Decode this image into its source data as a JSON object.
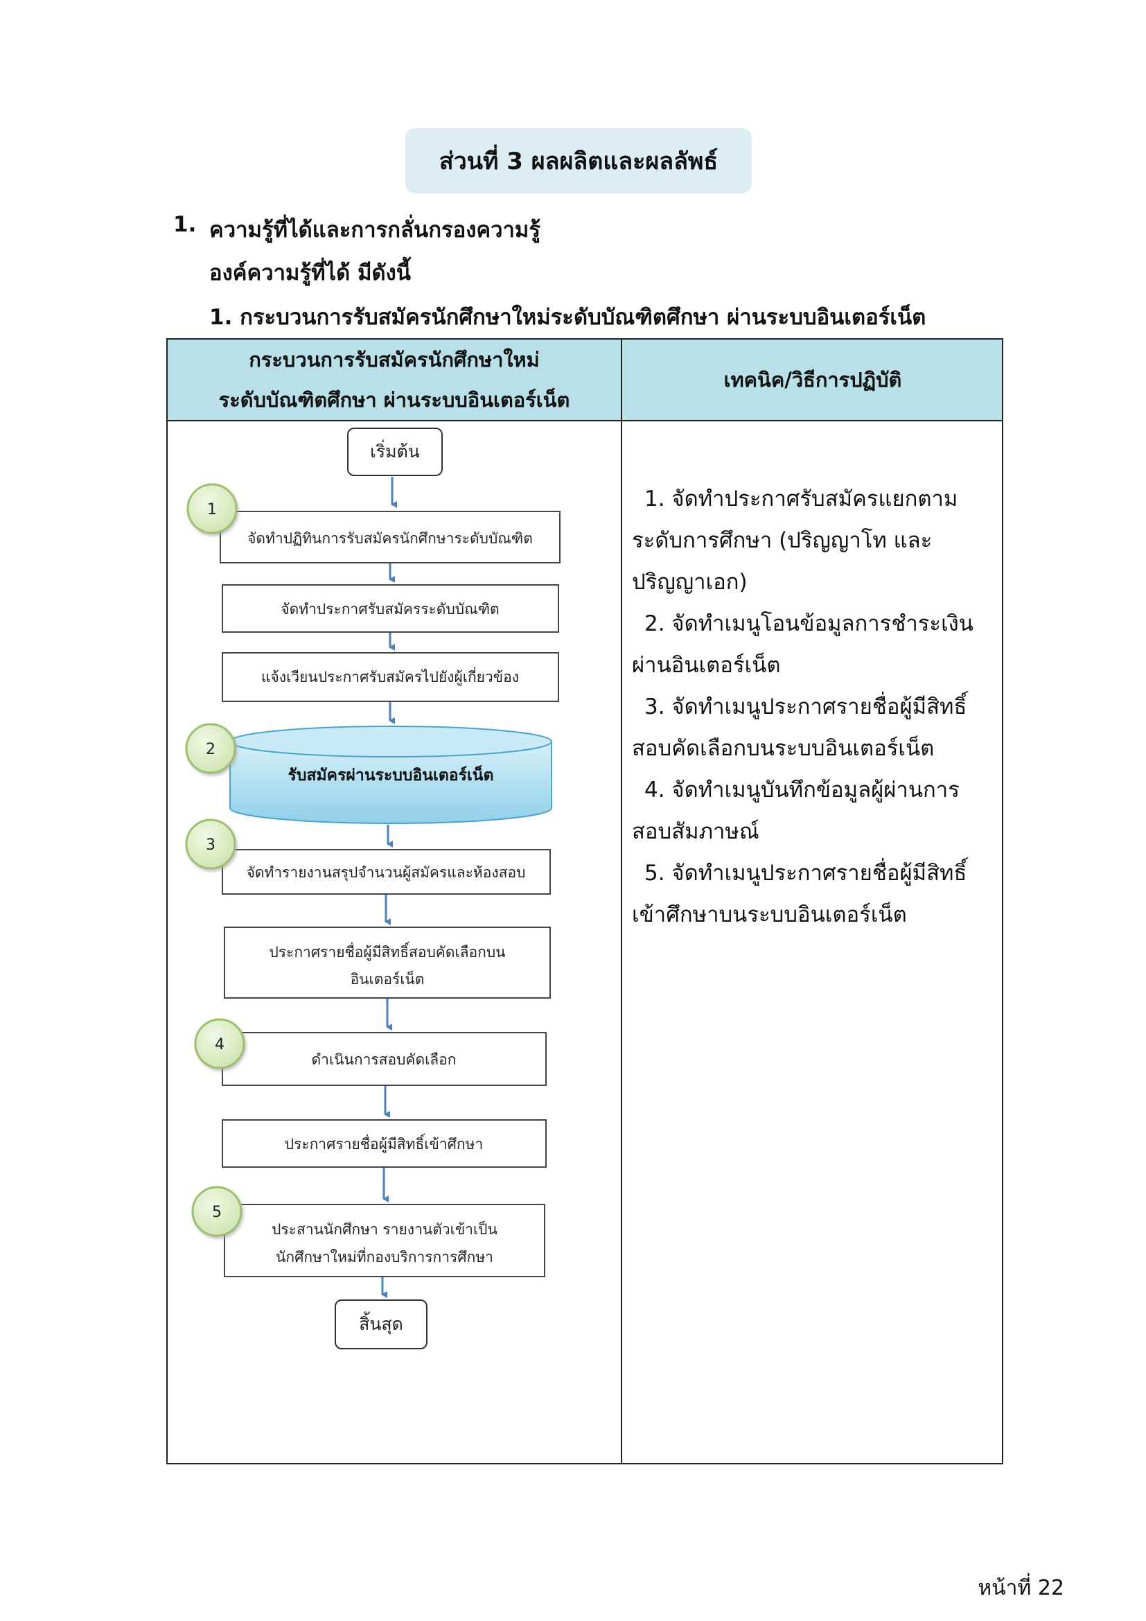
{
  "section_title": "ส่วนที่ 3 ผลผลิตและผลลัพธ์",
  "heading1": {
    "number": "1.",
    "text": "ความรู้ที่ได้และการกลั่นกรองความรู้"
  },
  "heading2": "องค์ความรู้ที่ได้ มีดังนี้",
  "heading3": "1. กระบวนการรับสมัครนักศึกษาใหม่ระดับบัณฑิตศึกษา ผ่านระบบอินเตอร์เน็ต",
  "table": {
    "col1_header": [
      "กระบวนการรับสมัครนักศึกษาใหม่",
      "ระดับบัณฑิตศึกษา ผ่านระบบอินเตอร์เน็ต"
    ],
    "col2_header": "เทคนิค/วิธีการปฏิบัติ"
  },
  "flowchart": {
    "start": "เริ่มต้น",
    "end": "สิ้นสุด",
    "steps": [
      {
        "lines": [
          "จัดทำปฏิทินการรับสมัครนักศึกษาระดับบัณฑิต"
        ]
      },
      {
        "lines": [
          "จัดทำประกาศรับสมัครระดับบัณฑิต"
        ]
      },
      {
        "lines": [
          "แจ้งเวียนประกาศรับสมัครไปยังผู้เกี่ยวข้อง"
        ]
      },
      {
        "lines": [
          "รับสมัครผ่านระบบอินเตอร์เน็ต"
        ]
      },
      {
        "lines": [
          "จัดทำรายงานสรุปจำนวนผู้สมัครและห้องสอบ"
        ]
      },
      {
        "lines": [
          "ประกาศรายชื่อผู้มีสิทธิ์สอบคัดเลือกบน",
          "อินเตอร์เน็ต"
        ]
      },
      {
        "lines": [
          "ดำเนินการสอบคัดเลือก"
        ]
      },
      {
        "lines": [
          "ประกาศรายชื่อผู้มีสิทธิ์เข้าศึกษา"
        ]
      },
      {
        "lines": [
          "ประสานนักศึกษา รายงานตัวเข้าเป็น",
          "นักศึกษาใหม่ที่กองบริการการศึกษา"
        ]
      }
    ],
    "markers": [
      "1",
      "2",
      "3",
      "4",
      "5"
    ]
  },
  "techniques": [
    "1. จัดทำประกาศรับสมัครแยกตามระดับการศึกษา (ปริญญาโท และปริญญาเอก)",
    "2. จัดทำเมนูโอนข้อมูลการชำระเงินผ่านอินเตอร์เน็ต",
    "3. จัดทำเมนูประกาศรายชื่อผู้มีสิทธิ์สอบคัดเลือกบนระบบอินเตอร์เน็ต",
    "4. จัดทำเมนูบันทึกข้อมูลผู้ผ่านการสอบสัมภาษณ์",
    "5. จัดทำเมนูประกาศรายชื่อผู้มีสิทธิ์เข้าศึกษาบนระบบอินเตอร์เน็ต"
  ],
  "page_number": "หน้าที่ 22",
  "colors": {
    "banner_bg": "#dcedf3",
    "header_bg": "#b9dfe8",
    "arrow": "#4f81bd",
    "cylinder_fill": "#a9dbee",
    "marker_fill": "#dcecc4",
    "marker_border": "#9cc070"
  }
}
